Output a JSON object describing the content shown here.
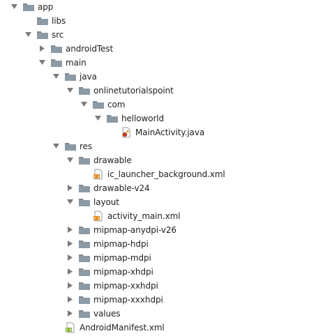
{
  "tree": {
    "nodes": [
      {
        "label": "app",
        "depth": 0,
        "state": "expanded",
        "icon": "folder"
      },
      {
        "label": "libs",
        "depth": 1,
        "state": "leaf",
        "icon": "folder"
      },
      {
        "label": "src",
        "depth": 1,
        "state": "expanded",
        "icon": "folder"
      },
      {
        "label": "androidTest",
        "depth": 2,
        "state": "collapsed",
        "icon": "folder"
      },
      {
        "label": "main",
        "depth": 2,
        "state": "expanded",
        "icon": "folder"
      },
      {
        "label": "java",
        "depth": 3,
        "state": "expanded",
        "icon": "folder"
      },
      {
        "label": "onlinetutorialspoint",
        "depth": 4,
        "state": "expanded",
        "icon": "folder"
      },
      {
        "label": "com",
        "depth": 5,
        "state": "expanded",
        "icon": "folder"
      },
      {
        "label": "helloworld",
        "depth": 6,
        "state": "expanded",
        "icon": "folder"
      },
      {
        "label": "MainActivity.java",
        "depth": 7,
        "state": "leaf",
        "icon": "java-file"
      },
      {
        "label": "res",
        "depth": 3,
        "state": "expanded",
        "icon": "folder"
      },
      {
        "label": "drawable",
        "depth": 4,
        "state": "expanded",
        "icon": "folder"
      },
      {
        "label": "ic_launcher_background.xml",
        "depth": 5,
        "state": "leaf",
        "icon": "xml-file"
      },
      {
        "label": "drawable-v24",
        "depth": 4,
        "state": "collapsed",
        "icon": "folder"
      },
      {
        "label": "layout",
        "depth": 4,
        "state": "expanded",
        "icon": "folder"
      },
      {
        "label": "activity_main.xml",
        "depth": 5,
        "state": "leaf",
        "icon": "xml-file"
      },
      {
        "label": "mipmap-anydpi-v26",
        "depth": 4,
        "state": "collapsed",
        "icon": "folder"
      },
      {
        "label": "mipmap-hdpi",
        "depth": 4,
        "state": "collapsed",
        "icon": "folder"
      },
      {
        "label": "mipmap-mdpi",
        "depth": 4,
        "state": "collapsed",
        "icon": "folder"
      },
      {
        "label": "mipmap-xhdpi",
        "depth": 4,
        "state": "collapsed",
        "icon": "folder"
      },
      {
        "label": "mipmap-xxhdpi",
        "depth": 4,
        "state": "collapsed",
        "icon": "folder"
      },
      {
        "label": "mipmap-xxxhdpi",
        "depth": 4,
        "state": "collapsed",
        "icon": "folder"
      },
      {
        "label": "values",
        "depth": 4,
        "state": "collapsed",
        "icon": "folder"
      },
      {
        "label": "AndroidManifest.xml",
        "depth": 3,
        "state": "leaf",
        "icon": "manifest-file"
      }
    ]
  },
  "colors": {
    "folder": "#8c9aa6",
    "folder_tab": "#7b8994",
    "arrow": "#7a7a7a",
    "text": "#1f1f1f",
    "java_red": "#c0392b",
    "xml_orange": "#e08a1e",
    "manifest_green": "#8bb43c"
  }
}
